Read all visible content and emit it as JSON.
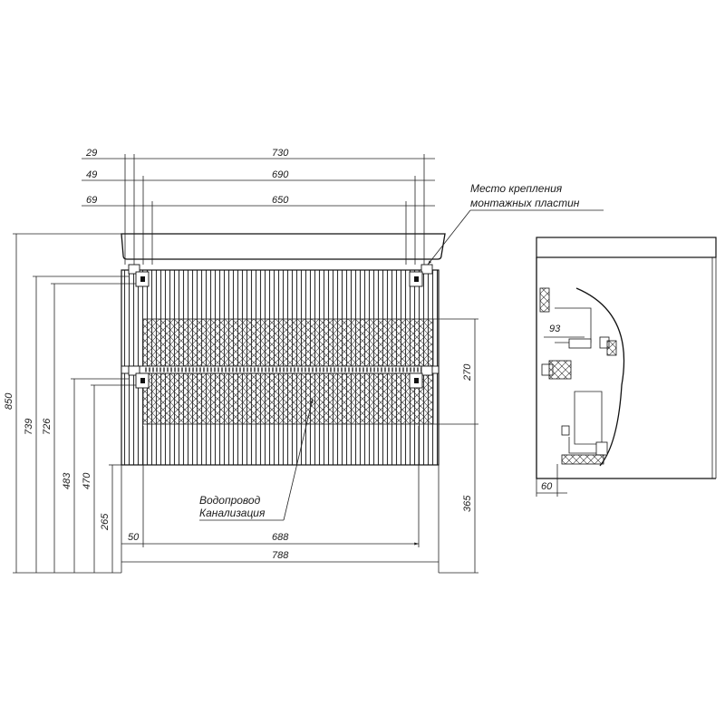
{
  "front_view": {
    "top_dimensions": [
      {
        "label": "29",
        "value": "730"
      },
      {
        "label": "49",
        "value": "690"
      },
      {
        "label": "69",
        "value": "650"
      }
    ],
    "bottom_dimensions": [
      {
        "label": "50",
        "value": "688"
      },
      {
        "value": "788"
      }
    ],
    "left_dimensions": [
      "850",
      "739",
      "726",
      "483",
      "470",
      "265"
    ],
    "right_dimensions": [
      "270",
      "365"
    ],
    "notes": {
      "mounting": [
        "Место крепления",
        "монтажных пластин"
      ],
      "pipes": [
        "Водопровод",
        "Канализация"
      ]
    }
  },
  "side_view": {
    "dimensions": [
      "93",
      "60"
    ]
  }
}
